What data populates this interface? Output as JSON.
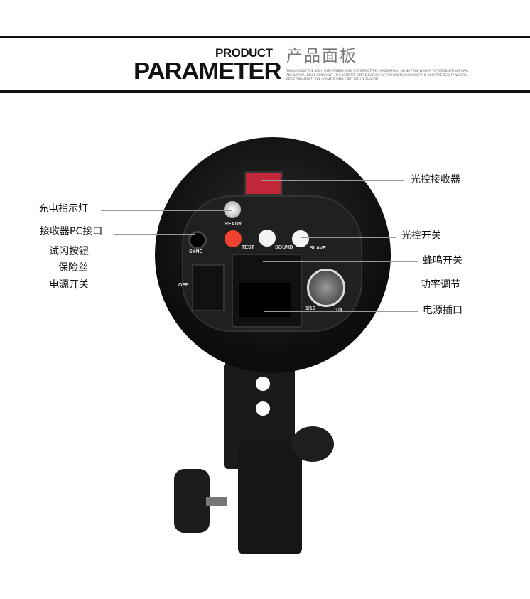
{
  "header": {
    "title_small": "PRODUCT",
    "title_large": "PARAMETER",
    "title_cn": "产品面板",
    "tagline": "THROUGHOUT THE BODY, EVERYWHERE BODY NOT EXPECT THE IMAGINATION ; DO NOT THE WEALTH TO THE BEAUTY NATURAL ABC NATURAL BEIGE ORNAMENT , THE ULTIMATE SIMPLE BUT USE LIE FASHION THROUGHOUT THE BODY THE BEAUTY NATURAL BEIGE ORNAMENT , THE ULTIMATE SIMPLE BUT USE LIE FASHION"
  },
  "callouts_left": [
    "充电指示灯",
    "接收器PC接口",
    "试闪按钮",
    "保险丝",
    "电源开关"
  ],
  "callouts_right": [
    "光控接收器",
    "光控开关",
    "蜂鸣开关",
    "功率调节",
    "电源插口"
  ],
  "panel": {
    "ready": "READY",
    "sync": "SYNC",
    "test": "TEST",
    "sound": "SOUND",
    "slave": "SLAVE",
    "off": "OFF",
    "power_min": "1/16",
    "power_max": "1/4"
  }
}
